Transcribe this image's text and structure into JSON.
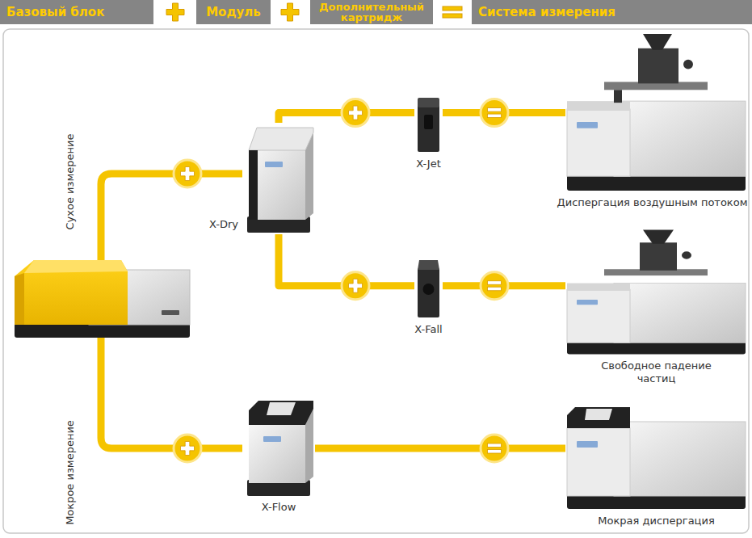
{
  "diagram": {
    "nodes": [
      {
        "text": [
          "Базовый блок"
        ]
      },
      {
        "text": [
          "Модуль"
        ]
      },
      {
        "text": [
          "Дополнительный картридж"
        ]
      },
      {
        "text": [
          "Система измерения"
        ]
      },
      {
        "text": [
          "X-Dry"
        ]
      },
      {
        "text": [
          "X-Jet"
        ]
      },
      {
        "text": [
          "Диспергация воздушным потоком"
        ]
      },
      {
        "text": [
          "X-Fall"
        ]
      },
      {
        "text": [
          "Свободное падение частиц"
        ]
      },
      {
        "text": [
          "X-Flow"
        ]
      },
      {
        "text": [
          "Мокрая диспергация"
        ]
      }
    ],
    "edges": [
      {
        "from": 4,
        "to": 5,
        "arrow": "none"
      },
      {
        "from": 5,
        "to": 6,
        "arrow": "none"
      },
      {
        "from": 4,
        "to": 7,
        "arrow": "none"
      },
      {
        "from": 7,
        "to": 8,
        "arrow": "none"
      },
      {
        "from": 9,
        "to": 10,
        "arrow": "none"
      }
    ],
    "labels": [
      "Сухое измерение",
      "Мокрое измерение"
    ]
  }
}
